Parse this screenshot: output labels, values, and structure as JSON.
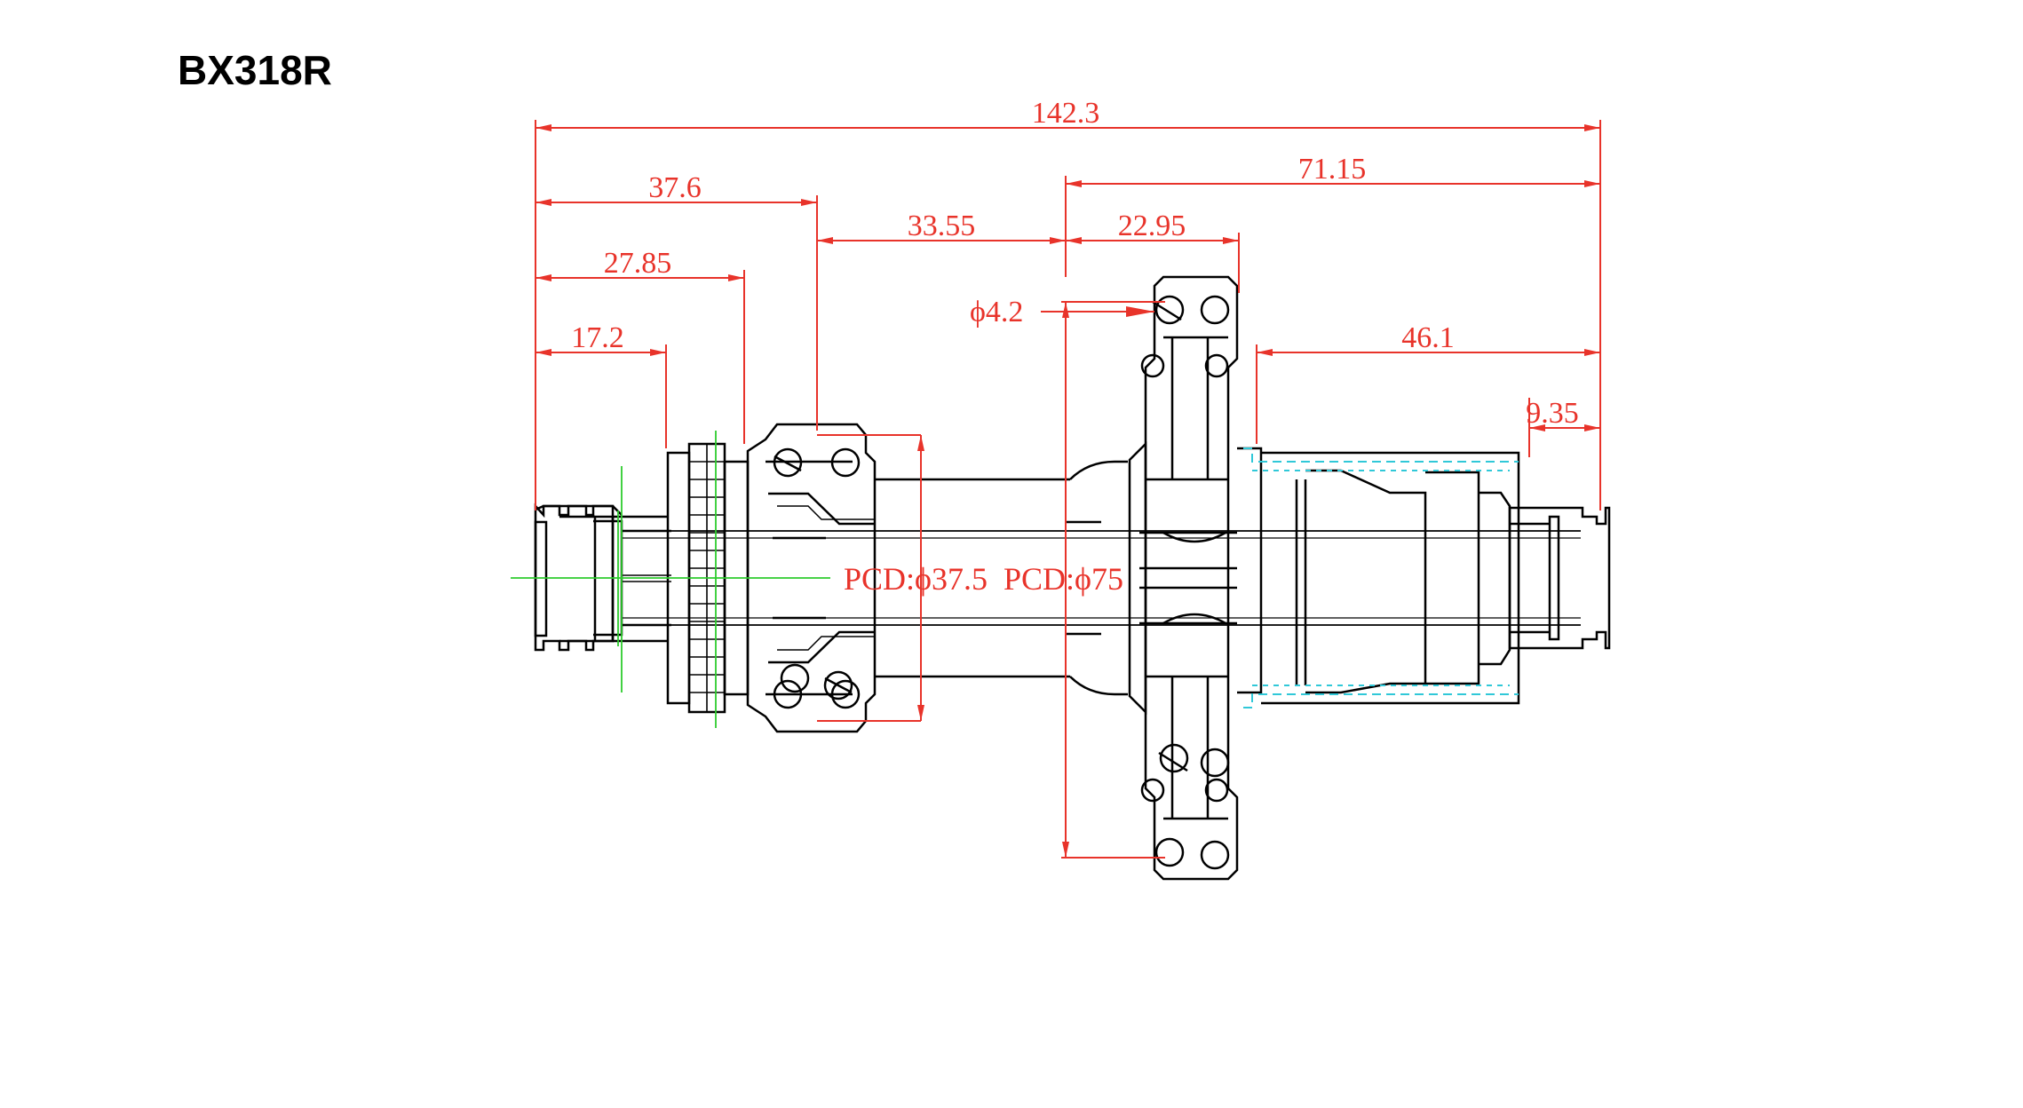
{
  "title": "BX318R",
  "dimensions": {
    "overall": "142.3",
    "d37_6": "37.6",
    "d27_85": "27.85",
    "d17_2": "17.2",
    "d33_55": "33.55",
    "d22_95": "22.95",
    "d71_15": "71.15",
    "d46_1": "46.1",
    "d9_35": "9.35",
    "hole": "ϕ4.2",
    "pcd_left": "PCD:ϕ37.5",
    "pcd_right": "PCD:ϕ75"
  },
  "colors": {
    "outline": "#000000",
    "dimension": "#e8332a",
    "centerline": "#2ecc2e",
    "hidden": "#30c8d8"
  }
}
